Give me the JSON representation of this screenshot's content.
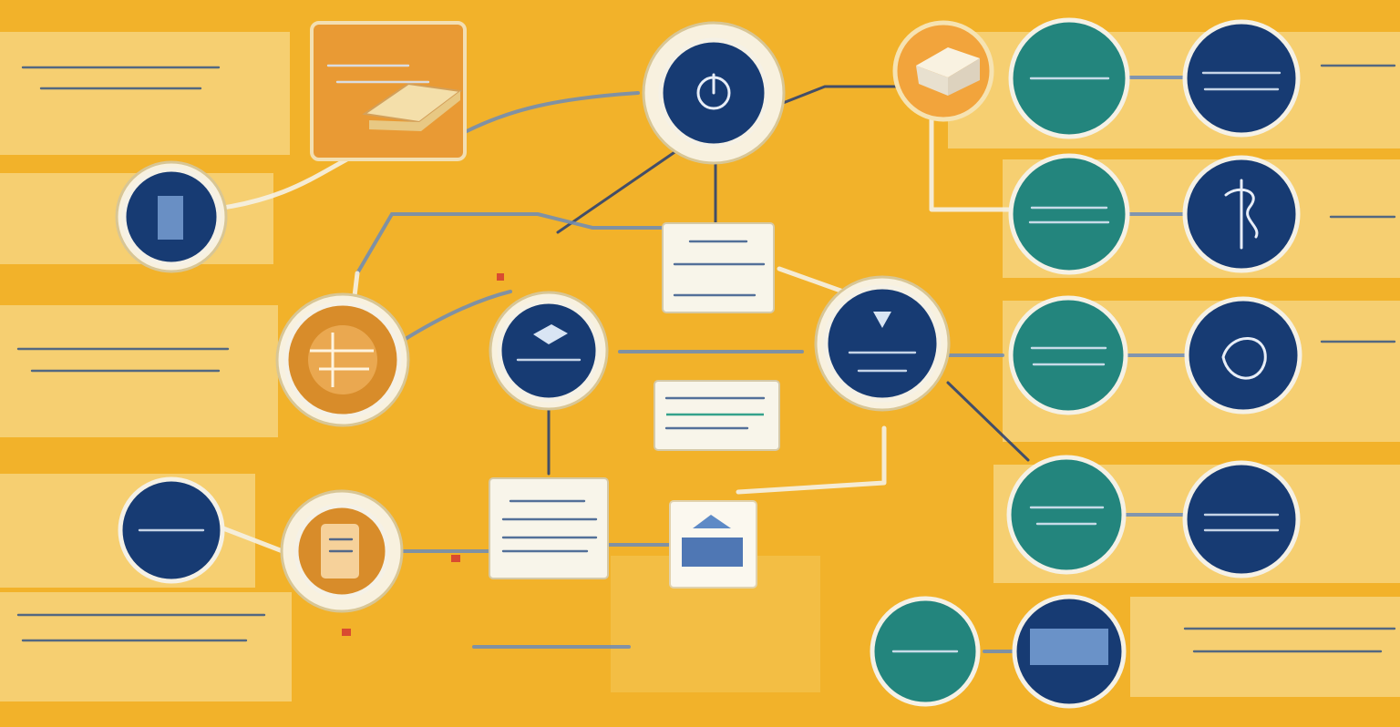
{
  "diagram": {
    "nodes": [
      {
        "id": "top-center",
        "kind": "navy-icon"
      },
      {
        "id": "top-package",
        "kind": "orange-card"
      },
      {
        "id": "left-document",
        "kind": "navy-icon"
      },
      {
        "id": "left-globe",
        "kind": "orange-icon"
      },
      {
        "id": "left-bottom",
        "kind": "navy-icon"
      },
      {
        "id": "left-bottom-tablet",
        "kind": "orange-icon"
      },
      {
        "id": "center-mid",
        "kind": "navy-icon"
      },
      {
        "id": "center-right",
        "kind": "navy-icon"
      },
      {
        "id": "center-note-top",
        "kind": "note-box"
      },
      {
        "id": "center-note-mid",
        "kind": "note-box"
      },
      {
        "id": "bottom-card",
        "kind": "note-box"
      },
      {
        "id": "bottom-building",
        "kind": "icon-box"
      },
      {
        "id": "right-top-teal",
        "kind": "teal-node"
      },
      {
        "id": "right-top-navy",
        "kind": "navy-node"
      },
      {
        "id": "right-mid-teal",
        "kind": "teal-node"
      },
      {
        "id": "right-mid-money",
        "kind": "navy-node"
      },
      {
        "id": "right-mid2-teal",
        "kind": "teal-node"
      },
      {
        "id": "right-mid2-navy",
        "kind": "navy-node"
      },
      {
        "id": "right-bottom-teal",
        "kind": "teal-node"
      },
      {
        "id": "right-bottom-navy",
        "kind": "navy-node"
      },
      {
        "id": "right-footer-teal",
        "kind": "teal-node"
      },
      {
        "id": "right-footer-building",
        "kind": "navy-node"
      }
    ],
    "colors": {
      "background": "#f2b22a",
      "panel": "#f7d98e",
      "navy": "#173b73",
      "teal": "#23857d",
      "orange": "#d88c2a",
      "line": "#f5f1e6"
    }
  }
}
